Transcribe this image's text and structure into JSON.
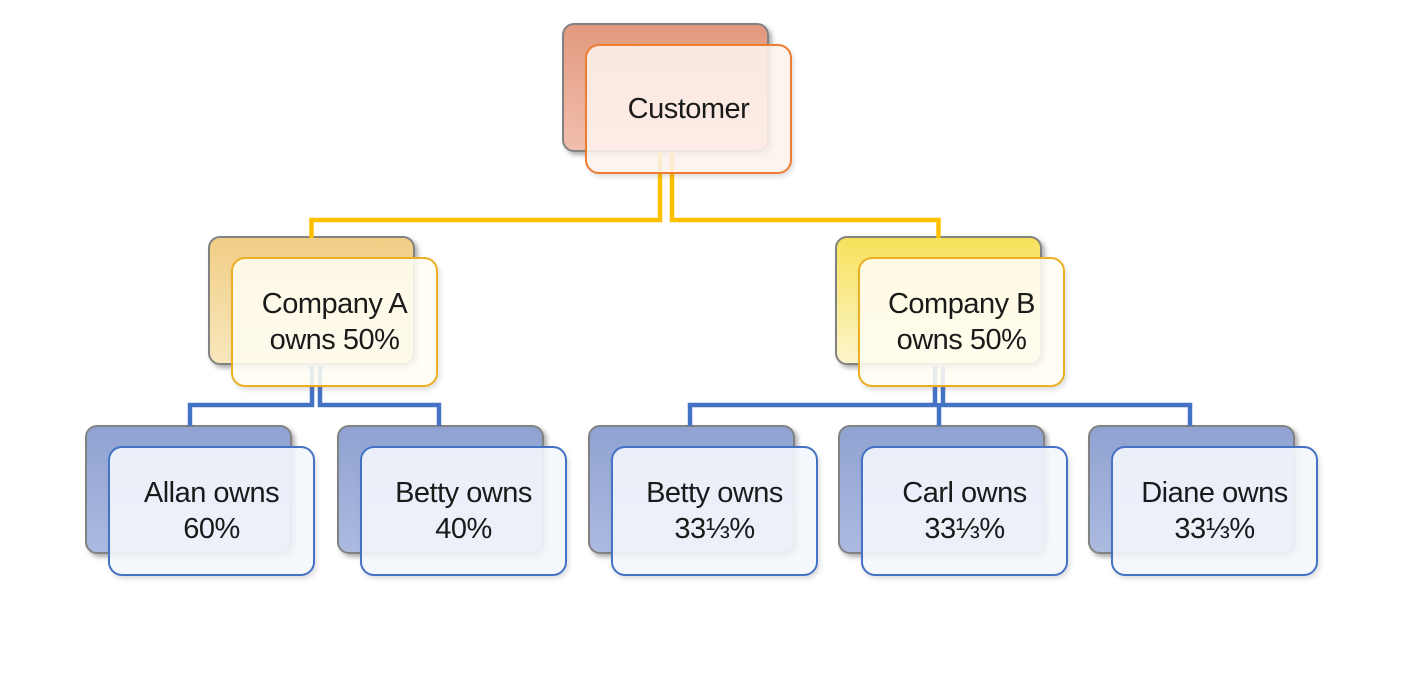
{
  "diagram": {
    "type": "org-chart",
    "background": "#FFFFFF",
    "nodes": [
      {
        "id": "customer",
        "label": "Customer",
        "level": 0,
        "theme": "orange"
      },
      {
        "id": "company-a",
        "label": "Company A owns 50%",
        "level": 1,
        "theme": "amber"
      },
      {
        "id": "company-b",
        "label": "Company B owns 50%",
        "level": 1,
        "theme": "yellow"
      },
      {
        "id": "allan",
        "label": "Allan owns 60%",
        "level": 2,
        "theme": "blue"
      },
      {
        "id": "betty-a",
        "label": "Betty owns 40%",
        "level": 2,
        "theme": "blue"
      },
      {
        "id": "betty-b",
        "label": "Betty owns 33⅓%",
        "level": 2,
        "theme": "blue"
      },
      {
        "id": "carl",
        "label": "Carl owns 33⅓%",
        "level": 2,
        "theme": "blue"
      },
      {
        "id": "diane",
        "label": "Diane owns 33⅓%",
        "level": 2,
        "theme": "blue"
      }
    ],
    "edges": [
      {
        "from": "customer",
        "to": "company-a"
      },
      {
        "from": "customer",
        "to": "company-b"
      },
      {
        "from": "company-a",
        "to": "allan"
      },
      {
        "from": "company-a",
        "to": "betty-a"
      },
      {
        "from": "company-b",
        "to": "betty-b"
      },
      {
        "from": "company-b",
        "to": "carl"
      },
      {
        "from": "company-b",
        "to": "diane"
      }
    ],
    "colors": {
      "level1_connector": "#FFC000",
      "level2_connector": "#4472C4",
      "customer_accent": "#ED7D31",
      "company_accent": "#ECAF23",
      "person_accent": "#4472C4",
      "customer_back_fill": "#E2997E",
      "company_a_back_fill": "#F1CE85",
      "company_b_back_fill": "#F8E25B",
      "person_back_fill": "#8FA2D1",
      "back_panel_border": "#828282",
      "text": "#1A1A1A"
    }
  }
}
